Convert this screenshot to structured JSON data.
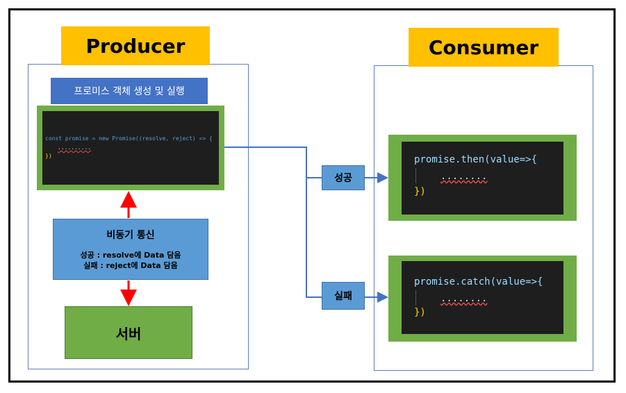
{
  "producer": {
    "title": "Producer",
    "header": "프로미스 객체 생성 및 실행",
    "code_line1": "const promise = new Promise((resolve, reject) => {",
    "code_line2": "..........",
    "code_line3": "})",
    "async_title": "비동기 통신",
    "async_success": "성공 : resolve에 Data 담음",
    "async_fail": "실패 : reject에 Data 담음",
    "server": "서버"
  },
  "consumer": {
    "title": "Consumer",
    "then_code_line1": "promise.then(value=>{",
    "then_code_line2": "........",
    "then_code_line3": "})",
    "catch_code_line1": "promise.catch(value=>{",
    "catch_code_line2": "........",
    "catch_code_line3": "})"
  },
  "labels": {
    "success": "성공",
    "fail": "실패"
  },
  "colors": {
    "title_bg": "#ffc000",
    "header_bg": "#4472c4",
    "code_frame": "#70ad47",
    "async_bg": "#5b9bd5",
    "arrow_red": "#ff0000",
    "connector_blue": "#4472c4"
  }
}
